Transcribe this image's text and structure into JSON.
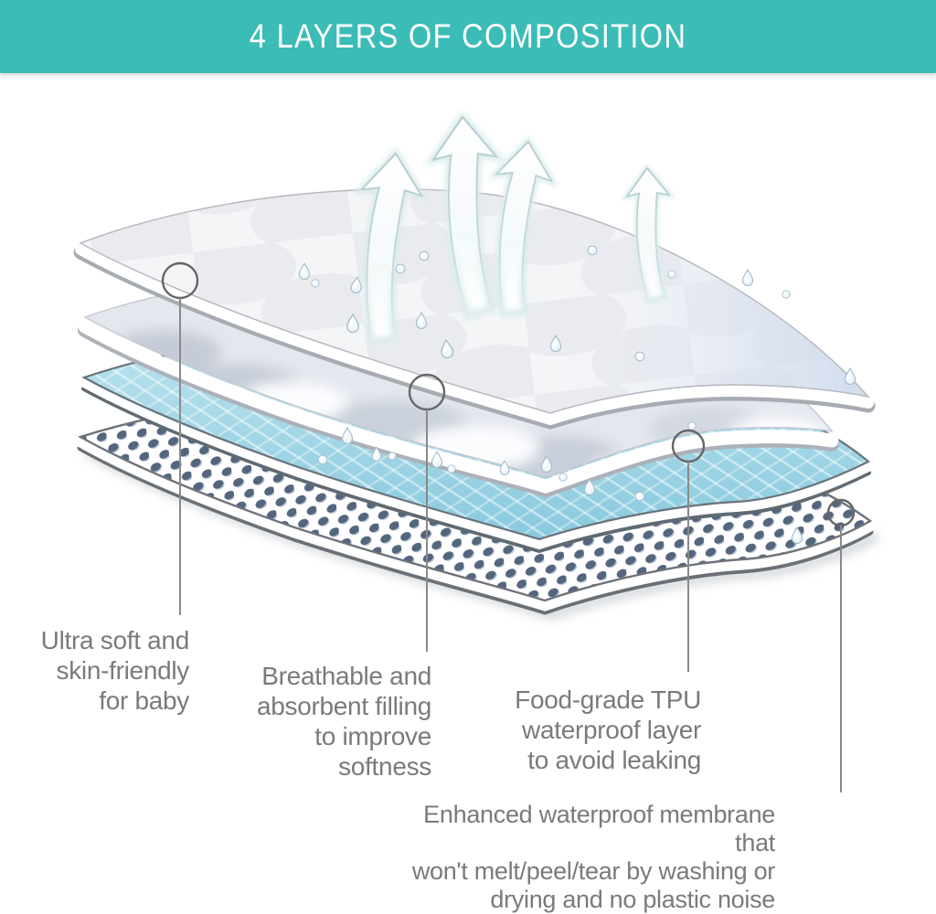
{
  "header": {
    "title": "4 LAYERS OF COMPOSITION"
  },
  "diagram": {
    "callouts": [
      "Ultra soft and\nskin-friendly\nfor baby",
      "Breathable and\nabsorbent filling\nto improve softness",
      "Food-grade TPU\nwaterproof layer\nto avoid leaking",
      "Enhanced waterproof membrane that\nwon't melt/peel/tear by washing or\ndrying and no plastic noise"
    ],
    "colors": {
      "header_background": "#3bbcb6",
      "header_text": "#ffffff",
      "tpu_layer_blue": "#9ad2e4",
      "membrane_dot_navy": "#54657e",
      "label_gray": "#7a7a7a"
    }
  }
}
